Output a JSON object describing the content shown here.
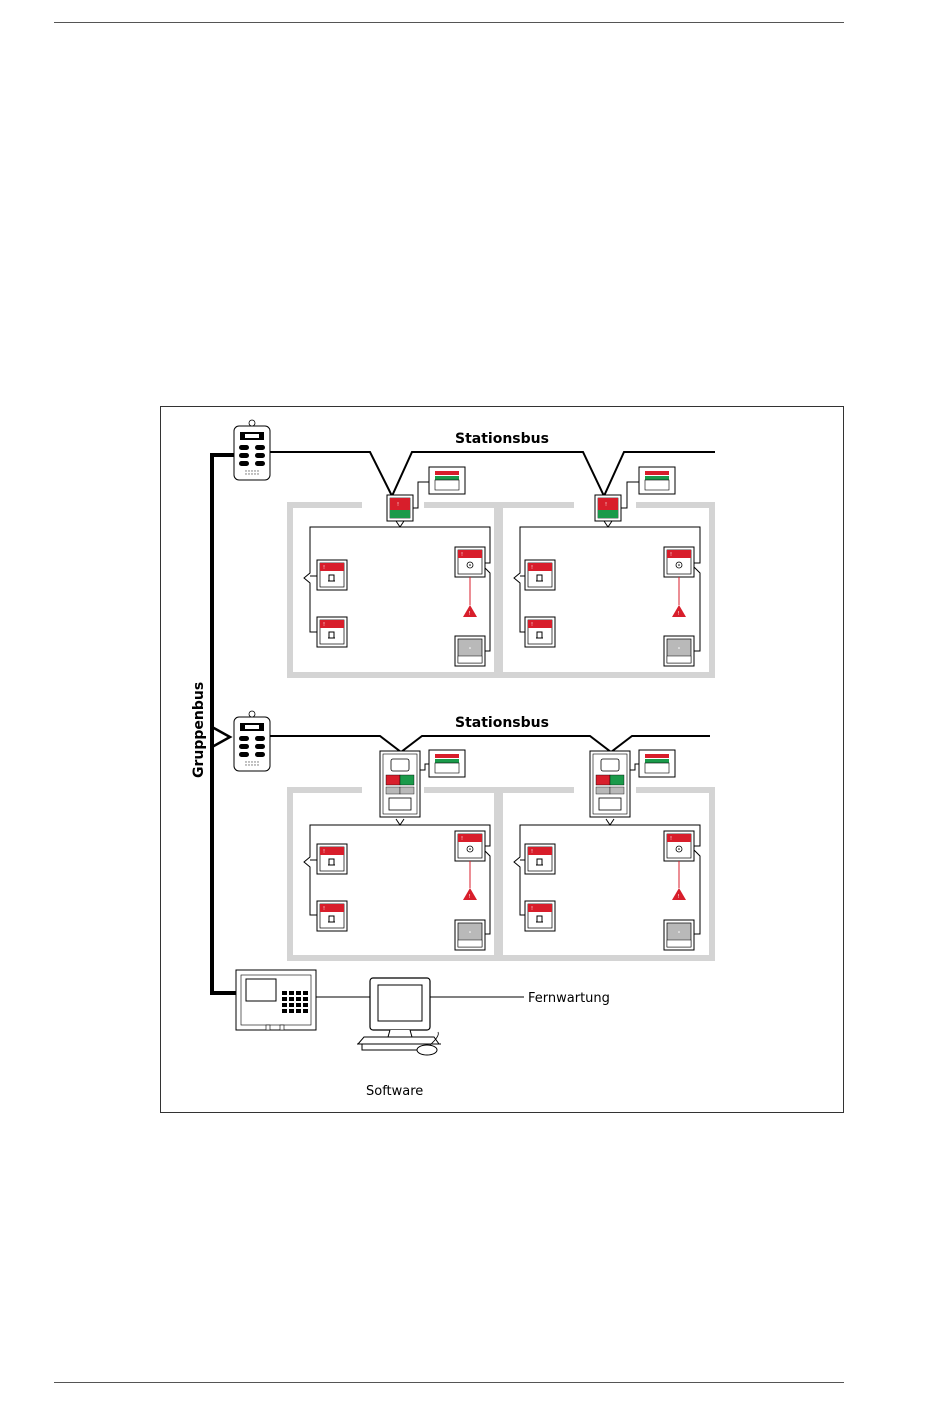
{
  "diagram": {
    "labels": {
      "stationsbus_top": "Stationsbus",
      "stationsbus_bottom": "Stationsbus",
      "gruppenbus": "Gruppenbus",
      "fernwartung": "Fernwartung",
      "software": "Software"
    },
    "colors": {
      "red": "#d81e2b",
      "green": "#1a9a4a",
      "room_border": "#d4d4d4",
      "line": "#000000",
      "device_grey": "#b9b9b9"
    },
    "icons": {
      "group_controller": "group-controller-icon",
      "central_unit": "central-unit-icon",
      "computer": "computer-icon",
      "display_panel": "display-panel-icon",
      "room_terminal": "room-terminal-icon",
      "call_button": "call-button-icon",
      "pull_cord": "pull-cord-icon",
      "wc_button": "wc-button-icon",
      "station_terminal": "station-terminal-icon"
    }
  }
}
